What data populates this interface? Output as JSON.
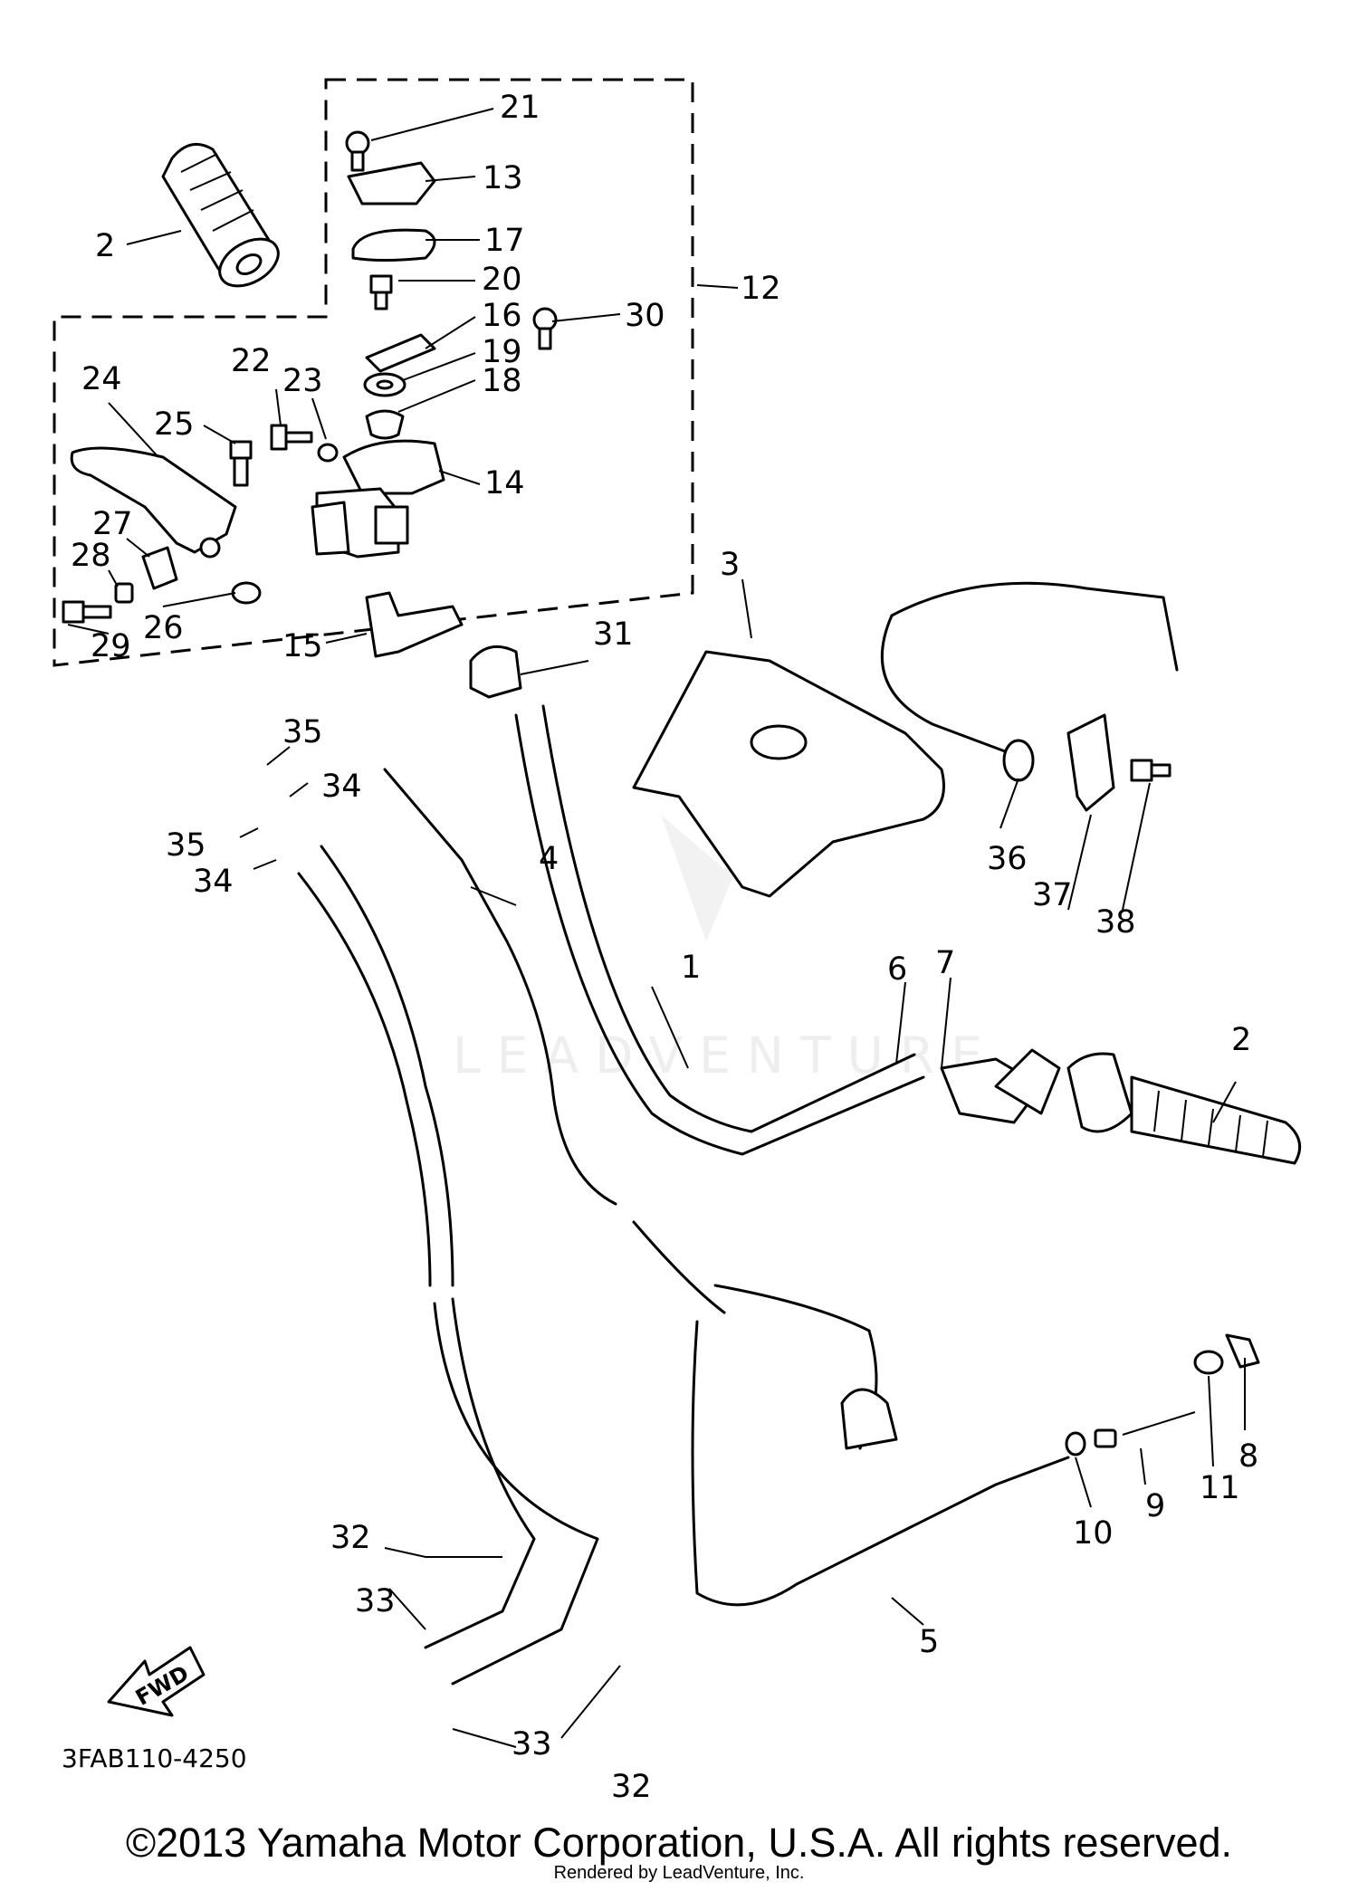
{
  "diagram": {
    "callouts": [
      "2",
      "21",
      "13",
      "17",
      "20",
      "30",
      "12",
      "16",
      "19",
      "18",
      "24",
      "22",
      "23",
      "25",
      "14",
      "27",
      "28",
      "26",
      "29",
      "15",
      "31",
      "3",
      "35",
      "34",
      "35",
      "34",
      "4",
      "36",
      "37",
      "38",
      "1",
      "6",
      "7",
      "2",
      "8",
      "11",
      "9",
      "10",
      "32",
      "33",
      "33",
      "32",
      "5"
    ],
    "fwd_label": "FWD",
    "watermark": "LEADVENTURE"
  },
  "drawing_code": "3FAB110-4250",
  "copyright": "©2013 Yamaha Motor Corporation, U.S.A. All rights reserved.",
  "rendered_by": "Rendered by LeadVenture, Inc."
}
